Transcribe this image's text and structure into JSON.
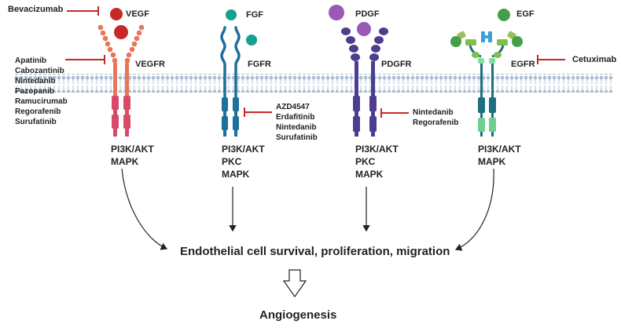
{
  "receptors": {
    "vegf": {
      "ligand": "VEGF",
      "receptor": "VEGFR",
      "inhibitor_top": "Bevacizumab",
      "inhibitors": [
        "Apatinib",
        "Cabozantinib",
        "Nintedanib",
        "Pazopanib",
        "Ramucirumab",
        "Regorafenib",
        "Surufatinib"
      ],
      "pathways": [
        "PI3K/AKT",
        "MAPK"
      ],
      "color": "#e8765a",
      "tk_color": "#d94a6a",
      "ligand_color": "#c62828"
    },
    "fgf": {
      "ligand": "FGF",
      "receptor": "FGFR",
      "inhibitors": [
        "AZD4547",
        "Erdafitinib",
        "Nintedanib",
        "Surufatinib"
      ],
      "pathways": [
        "PI3K/AKT",
        "PKC",
        "MAPK"
      ],
      "color": "#1e6f99",
      "ligand_color": "#17a08e"
    },
    "pdgf": {
      "ligand": "PDGF",
      "receptor": "PDGFR",
      "inhibitors": [
        "Nintedanib",
        "Regorafenib"
      ],
      "pathways": [
        "PI3K/AKT",
        "PKC",
        "MAPK"
      ],
      "color": "#4e3d8f",
      "ligand_color": "#9b59b6"
    },
    "egf": {
      "ligand": "EGF",
      "receptor": "EGFR",
      "inhibitor_right": "Cetuximab",
      "pathways": [
        "PI3K/AKT",
        "MAPK"
      ],
      "color": "#1e6f80",
      "ligand_color": "#43a047"
    }
  },
  "outcome": "Endothelial cell survival, proliferation, migration",
  "result": "Angiogenesis",
  "colors": {
    "inhibitor": "#c62828",
    "membrane": "#9fb4cc",
    "arrow": "#222222"
  }
}
